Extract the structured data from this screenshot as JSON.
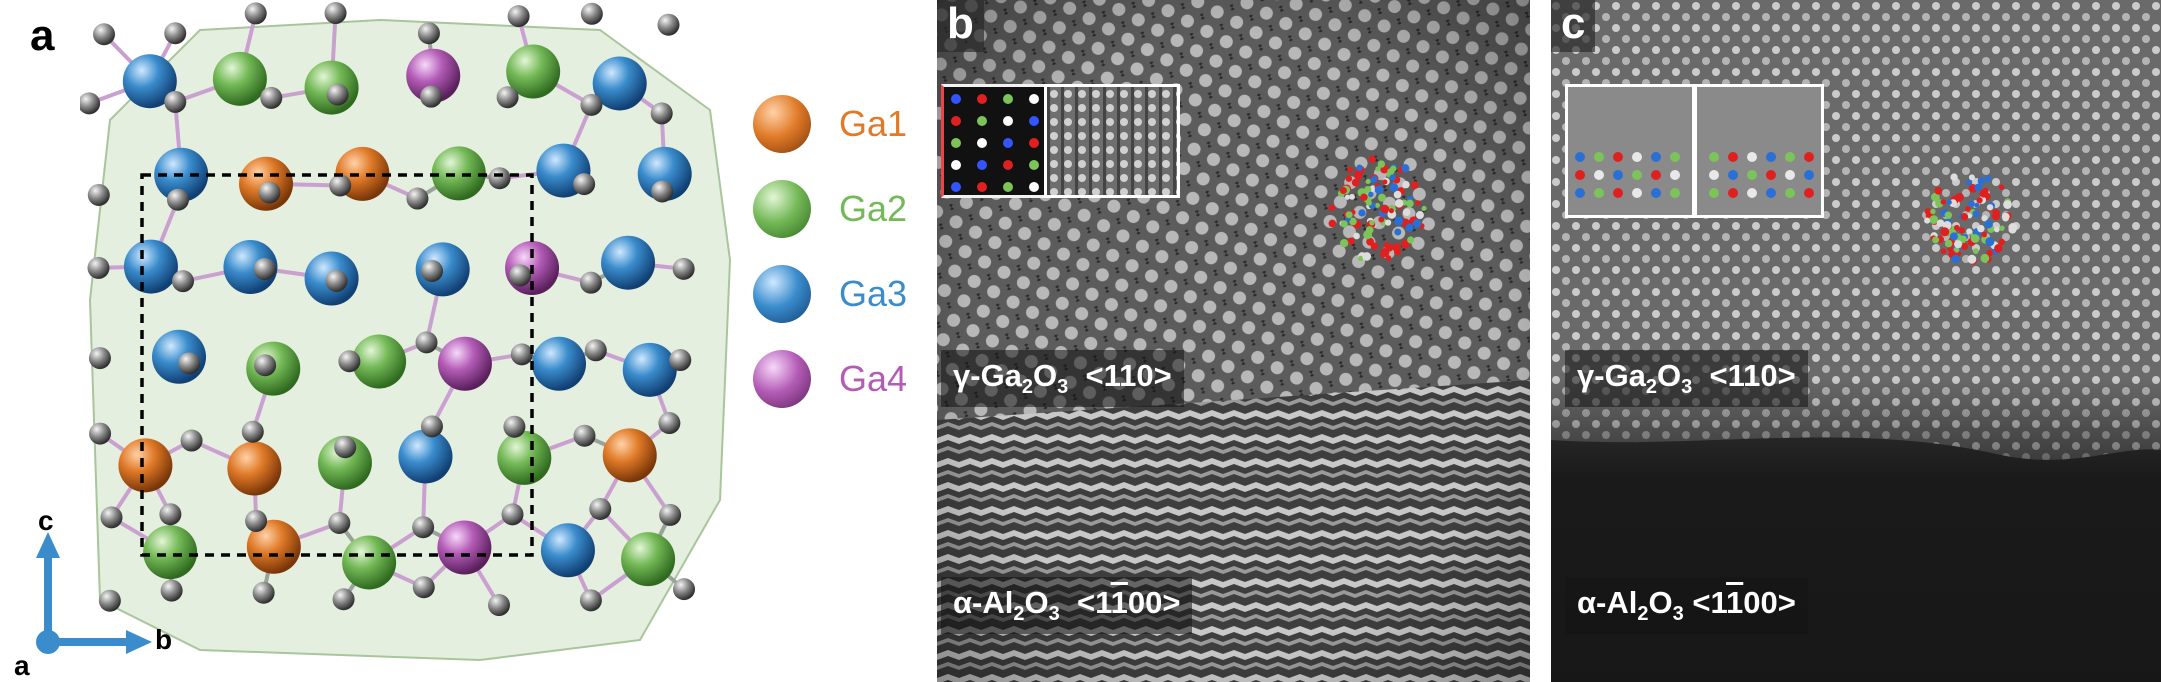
{
  "panels": {
    "a": {
      "letter": "a"
    },
    "b": {
      "letter": "b"
    },
    "c": {
      "letter": "c"
    }
  },
  "legend": [
    {
      "label": "Ga1",
      "color": "#e07a28"
    },
    {
      "label": "Ga2",
      "color": "#74b957"
    },
    {
      "label": "Ga3",
      "color": "#3a8ccc"
    },
    {
      "label": "Ga4",
      "color": "#b35cb6"
    }
  ],
  "axes": {
    "c": "c",
    "b": "b",
    "a": "a"
  },
  "labels": {
    "b_gamma": {
      "pre": "γ-Ga",
      "sub1": "2",
      "mid": "O",
      "sub2": "3",
      "dir_open": "<11",
      "dir_bar": "",
      "dir_close": "0>"
    },
    "b_alpha": {
      "pre": "α-Al",
      "sub1": "2",
      "mid": "O",
      "sub2": "3",
      "dir_open": "<1",
      "dir_bar": "1",
      "dir_close": "00>"
    },
    "c_gamma": {
      "pre": "γ-Ga",
      "sub1": "2",
      "mid": "O",
      "sub2": "3",
      "dir_open": "<11",
      "dir_bar": "",
      "dir_close": "0>"
    },
    "c_alpha": {
      "pre": "α-Al",
      "sub1": "2",
      "mid": "O",
      "sub2": "3",
      "dir_open": "<1",
      "dir_bar": "1",
      "dir_close": "00>"
    }
  },
  "colors": {
    "ga1": "#e07a28",
    "ga2": "#74b957",
    "ga3": "#3a8ccc",
    "ga4": "#b35cb6",
    "oxygen": "#8a8a8a",
    "axis": "#3a8ccc"
  }
}
